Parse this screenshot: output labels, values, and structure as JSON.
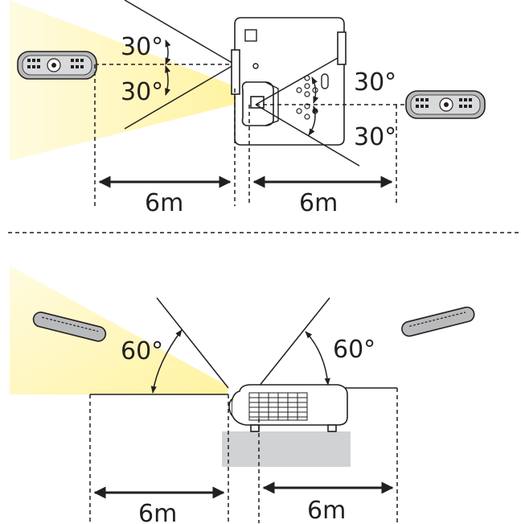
{
  "top_view": {
    "left_angle_upper": "30°",
    "left_angle_lower": "30°",
    "right_angle_upper": "30°",
    "right_angle_lower": "30°",
    "left_distance": "6m",
    "right_distance": "6m"
  },
  "side_view": {
    "left_angle": "60°",
    "right_angle": "60°",
    "left_distance": "6m",
    "right_distance": "6m"
  },
  "colors": {
    "ink": "#231f20",
    "beam": "#fff7b0",
    "stand": "#d1d2d4"
  }
}
